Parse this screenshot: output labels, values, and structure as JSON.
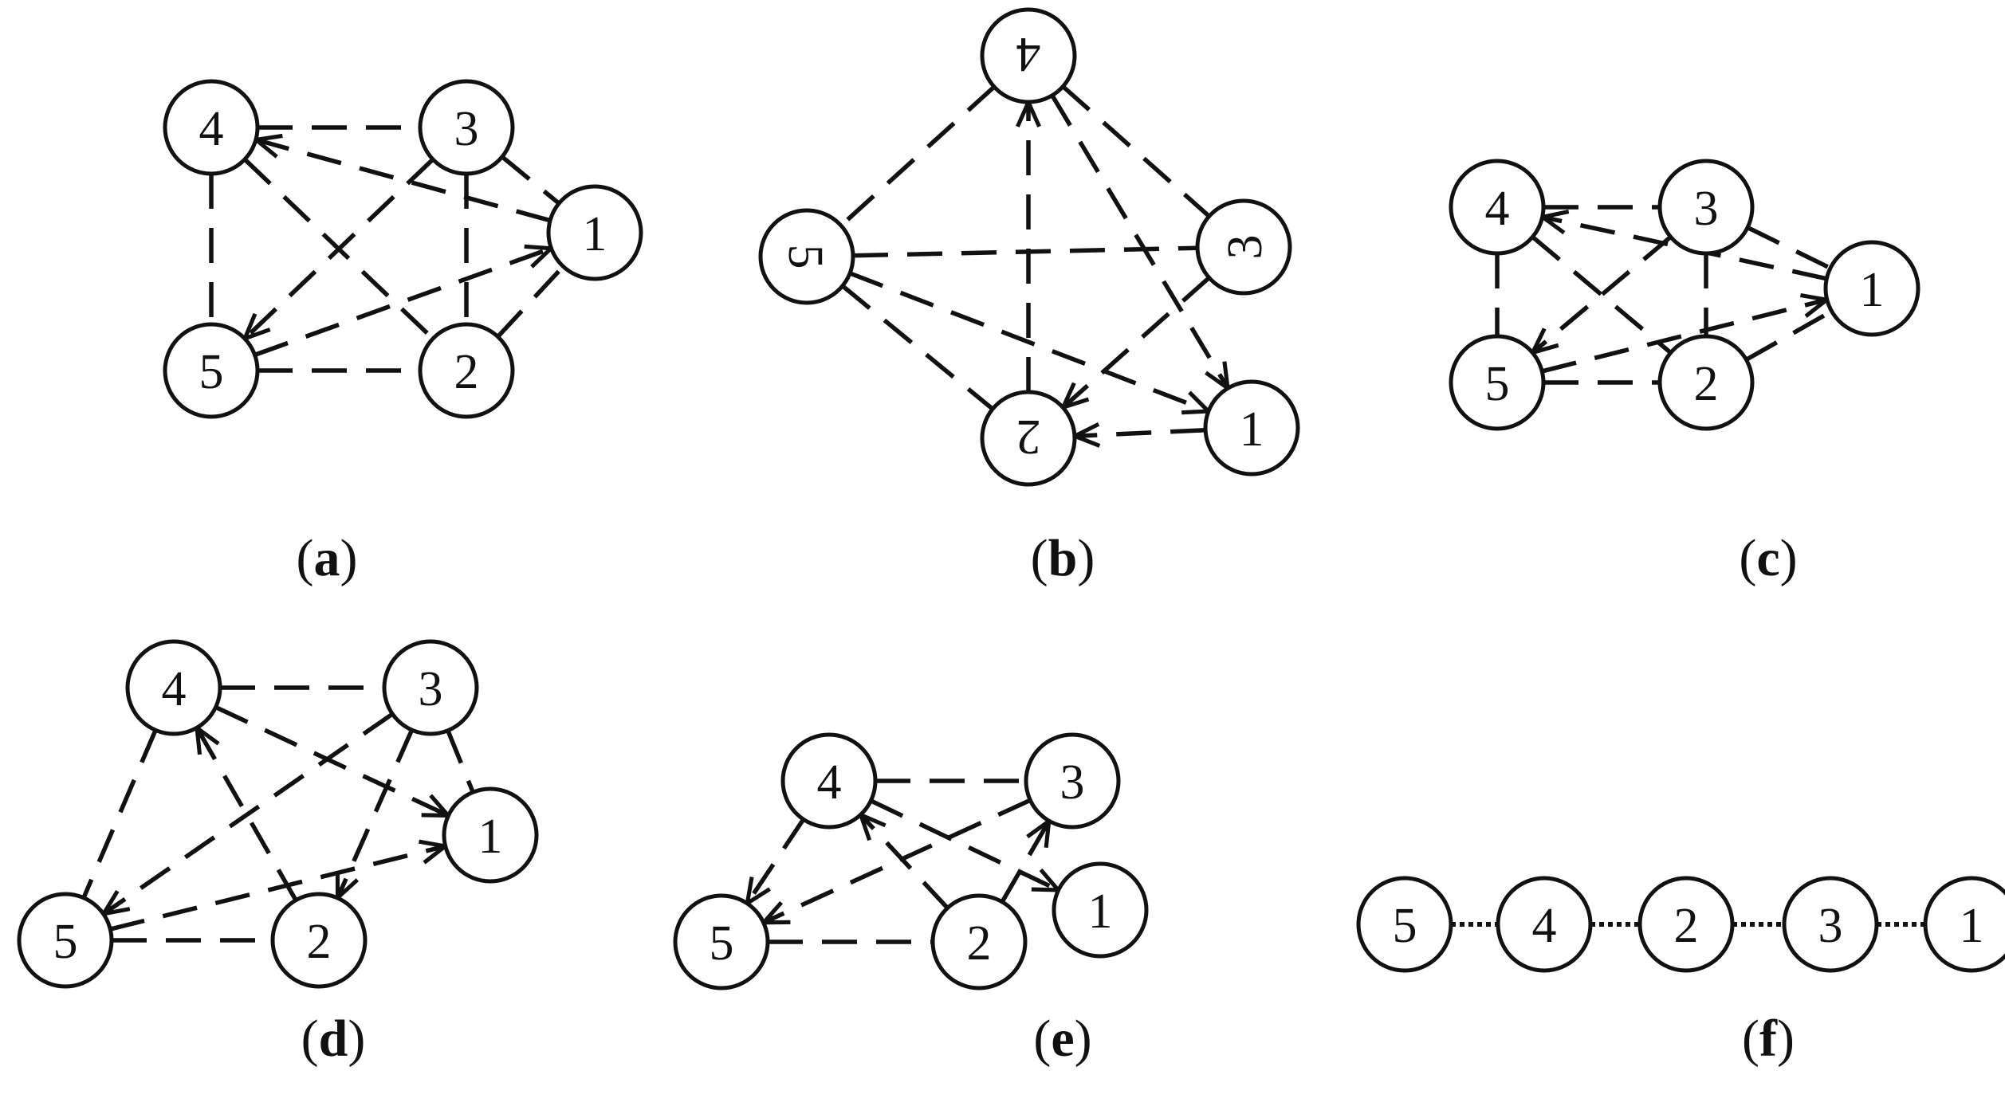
{
  "style": {
    "stroke_color": "#111111",
    "background": "#ffffff"
  },
  "panels": [
    {
      "id": "a",
      "caption": "a",
      "nodes": [
        {
          "id": "4",
          "label": "4"
        },
        {
          "id": "3",
          "label": "3"
        },
        {
          "id": "1",
          "label": "1"
        },
        {
          "id": "5",
          "label": "5"
        },
        {
          "id": "2",
          "label": "2"
        }
      ],
      "edges": [
        {
          "from": "4",
          "to": "3",
          "arrow": false,
          "style": "dashed"
        },
        {
          "from": "4",
          "to": "5",
          "arrow": false,
          "style": "dashed"
        },
        {
          "from": "5",
          "to": "2",
          "arrow": false,
          "style": "dashed"
        },
        {
          "from": "3",
          "to": "2",
          "arrow": false,
          "style": "dashed"
        },
        {
          "from": "3",
          "to": "1",
          "arrow": false,
          "style": "dashed"
        },
        {
          "from": "2",
          "to": "1",
          "arrow": false,
          "style": "dashed"
        },
        {
          "from": "1",
          "to": "4",
          "arrow": true,
          "style": "dashed"
        },
        {
          "from": "3",
          "to": "5",
          "arrow": true,
          "style": "dashed"
        },
        {
          "from": "5",
          "to": "1",
          "arrow": true,
          "style": "dashed"
        },
        {
          "from": "4",
          "to": "2",
          "arrow": false,
          "style": "dashed"
        }
      ]
    },
    {
      "id": "b",
      "caption": "b",
      "nodes": [
        {
          "id": "4",
          "label": "4"
        },
        {
          "id": "5",
          "label": "5"
        },
        {
          "id": "3",
          "label": "3"
        },
        {
          "id": "2",
          "label": "2"
        },
        {
          "id": "1",
          "label": "1"
        }
      ],
      "edges": [
        {
          "from": "4",
          "to": "5",
          "arrow": false,
          "style": "dashed"
        },
        {
          "from": "4",
          "to": "3",
          "arrow": false,
          "style": "dashed"
        },
        {
          "from": "2",
          "to": "4",
          "arrow": true,
          "style": "dashed"
        },
        {
          "from": "4",
          "to": "1",
          "arrow": true,
          "style": "dashed"
        },
        {
          "from": "5",
          "to": "3",
          "arrow": false,
          "style": "dashed"
        },
        {
          "from": "5",
          "to": "1",
          "arrow": true,
          "style": "dashed"
        },
        {
          "from": "5",
          "to": "2",
          "arrow": false,
          "style": "dashed"
        },
        {
          "from": "3",
          "to": "2",
          "arrow": true,
          "style": "dashed"
        },
        {
          "from": "1",
          "to": "2",
          "arrow": true,
          "style": "dashed"
        }
      ]
    },
    {
      "id": "c",
      "caption": "c",
      "nodes": [
        {
          "id": "4",
          "label": "4"
        },
        {
          "id": "3",
          "label": "3"
        },
        {
          "id": "1",
          "label": "1"
        },
        {
          "id": "5",
          "label": "5"
        },
        {
          "id": "2",
          "label": "2"
        }
      ],
      "edges": [
        {
          "from": "4",
          "to": "3",
          "arrow": false,
          "style": "dashed"
        },
        {
          "from": "4",
          "to": "5",
          "arrow": false,
          "style": "dashed"
        },
        {
          "from": "5",
          "to": "2",
          "arrow": false,
          "style": "dashed"
        },
        {
          "from": "3",
          "to": "2",
          "arrow": false,
          "style": "dashed"
        },
        {
          "from": "3",
          "to": "1",
          "arrow": false,
          "style": "dashed"
        },
        {
          "from": "2",
          "to": "1",
          "arrow": false,
          "style": "dashed"
        },
        {
          "from": "1",
          "to": "4",
          "arrow": true,
          "style": "dashed"
        },
        {
          "from": "3",
          "to": "5",
          "arrow": true,
          "style": "dashed"
        },
        {
          "from": "5",
          "to": "1",
          "arrow": true,
          "style": "dashed"
        },
        {
          "from": "4",
          "to": "2",
          "arrow": false,
          "style": "dashed"
        }
      ]
    },
    {
      "id": "d",
      "caption": "d",
      "nodes": [
        {
          "id": "4",
          "label": "4"
        },
        {
          "id": "3",
          "label": "3"
        },
        {
          "id": "1",
          "label": "1"
        },
        {
          "id": "5",
          "label": "5"
        },
        {
          "id": "2",
          "label": "2"
        }
      ],
      "edges": [
        {
          "from": "4",
          "to": "3",
          "arrow": false,
          "style": "dashed"
        },
        {
          "from": "4",
          "to": "5",
          "arrow": false,
          "style": "dashed"
        },
        {
          "from": "4",
          "to": "1",
          "arrow": true,
          "style": "dashed"
        },
        {
          "from": "2",
          "to": "4",
          "arrow": true,
          "style": "dashed"
        },
        {
          "from": "3",
          "to": "5",
          "arrow": true,
          "style": "dashed"
        },
        {
          "from": "3",
          "to": "2",
          "arrow": true,
          "style": "dashed"
        },
        {
          "from": "3",
          "to": "1",
          "arrow": false,
          "style": "dashed"
        },
        {
          "from": "5",
          "to": "1",
          "arrow": true,
          "style": "dashed"
        },
        {
          "from": "5",
          "to": "2",
          "arrow": false,
          "style": "dashed"
        }
      ]
    },
    {
      "id": "e",
      "caption": "e",
      "nodes": [
        {
          "id": "4",
          "label": "4"
        },
        {
          "id": "3",
          "label": "3"
        },
        {
          "id": "1",
          "label": "1"
        },
        {
          "id": "5",
          "label": "5"
        },
        {
          "id": "2",
          "label": "2"
        }
      ],
      "edges": [
        {
          "from": "4",
          "to": "3",
          "arrow": false,
          "style": "dashed"
        },
        {
          "from": "4",
          "to": "5",
          "arrow": true,
          "style": "dashed"
        },
        {
          "from": "4",
          "to": "1",
          "arrow": true,
          "style": "dashed"
        },
        {
          "from": "2",
          "to": "4",
          "arrow": true,
          "style": "dashed"
        },
        {
          "from": "3",
          "to": "5",
          "arrow": true,
          "style": "dashed"
        },
        {
          "from": "2",
          "to": "3",
          "arrow": true,
          "style": "dashed"
        },
        {
          "from": "5",
          "to": "2",
          "arrow": false,
          "style": "dashed"
        }
      ]
    },
    {
      "id": "f",
      "caption": "f",
      "nodes": [
        {
          "id": "5",
          "label": "5"
        },
        {
          "id": "4",
          "label": "4"
        },
        {
          "id": "2",
          "label": "2"
        },
        {
          "id": "3",
          "label": "3"
        },
        {
          "id": "1",
          "label": "1"
        }
      ],
      "edges": [
        {
          "from": "5",
          "to": "4",
          "arrow": false,
          "style": "dotted"
        },
        {
          "from": "4",
          "to": "2",
          "arrow": false,
          "style": "dotted"
        },
        {
          "from": "2",
          "to": "3",
          "arrow": false,
          "style": "dotted"
        },
        {
          "from": "3",
          "to": "1",
          "arrow": false,
          "style": "dotted"
        }
      ]
    }
  ]
}
